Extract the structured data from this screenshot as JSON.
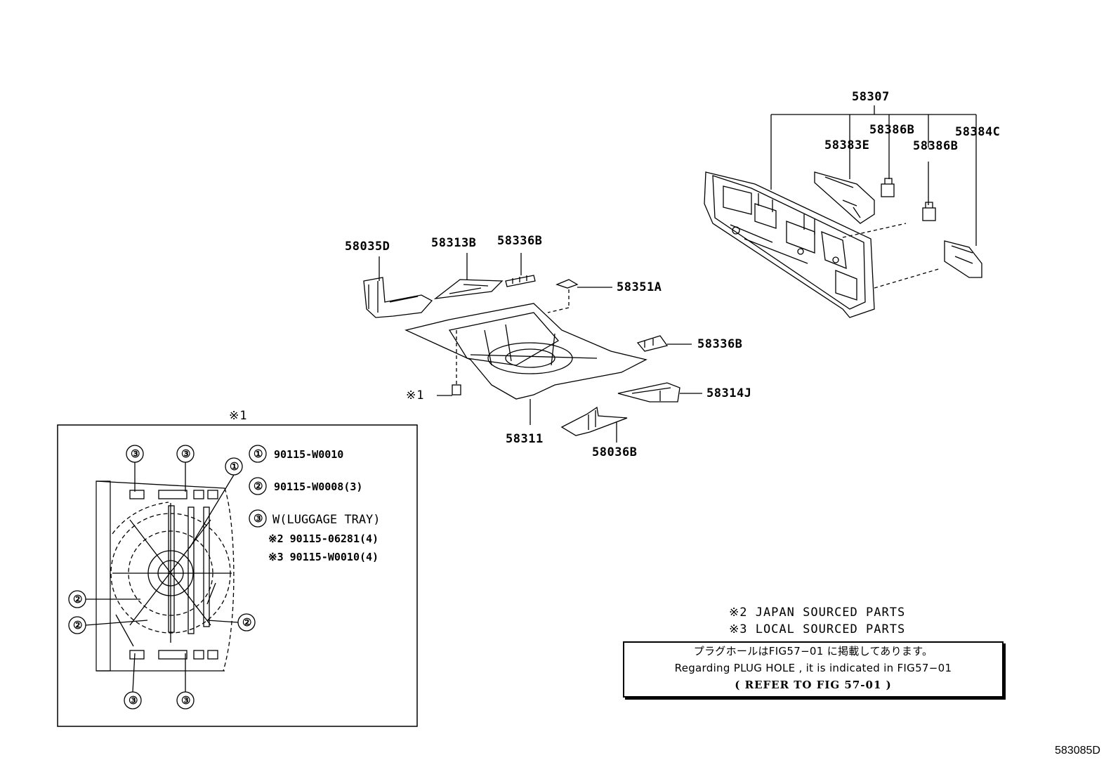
{
  "parts": {
    "p58307": "58307",
    "p58386B_1": "58386B",
    "p58384C": "58384C",
    "p58383E": "58383E",
    "p58386B_2": "58386B",
    "p58035D": "58035D",
    "p58313B": "58313B",
    "p58336B_1": "58336B",
    "p58351A": "58351A",
    "p58336B_2": "58336B",
    "p58314J": "58314J",
    "p58311": "58311",
    "p58036B": "58036B",
    "ref1": "※1"
  },
  "detail": {
    "title": "※1",
    "callouts": [
      "①",
      "②",
      "③"
    ],
    "legend": [
      {
        "num": "①",
        "text": "90115-W0010"
      },
      {
        "num": "②",
        "text": "90115-W0008(3)"
      },
      {
        "num": "③",
        "text": "W(LUGGAGE TRAY)"
      },
      {
        "num": "",
        "text": "※2 90115-06281(4)"
      },
      {
        "num": "",
        "text": "※3 90115-W0010(4)"
      }
    ]
  },
  "notes": {
    "japan": "※2 JAPAN SOURCED PARTS",
    "local": "※3 LOCAL SOURCED PARTS"
  },
  "refbox": {
    "line1": "プラグホールはFIG57−01 に掲載してあります。",
    "line2": "Regarding PLUG HOLE , it is indicated in FIG57−01",
    "line3": "( REFER TO FIG 57-01 )"
  },
  "figure_code": "583085D"
}
